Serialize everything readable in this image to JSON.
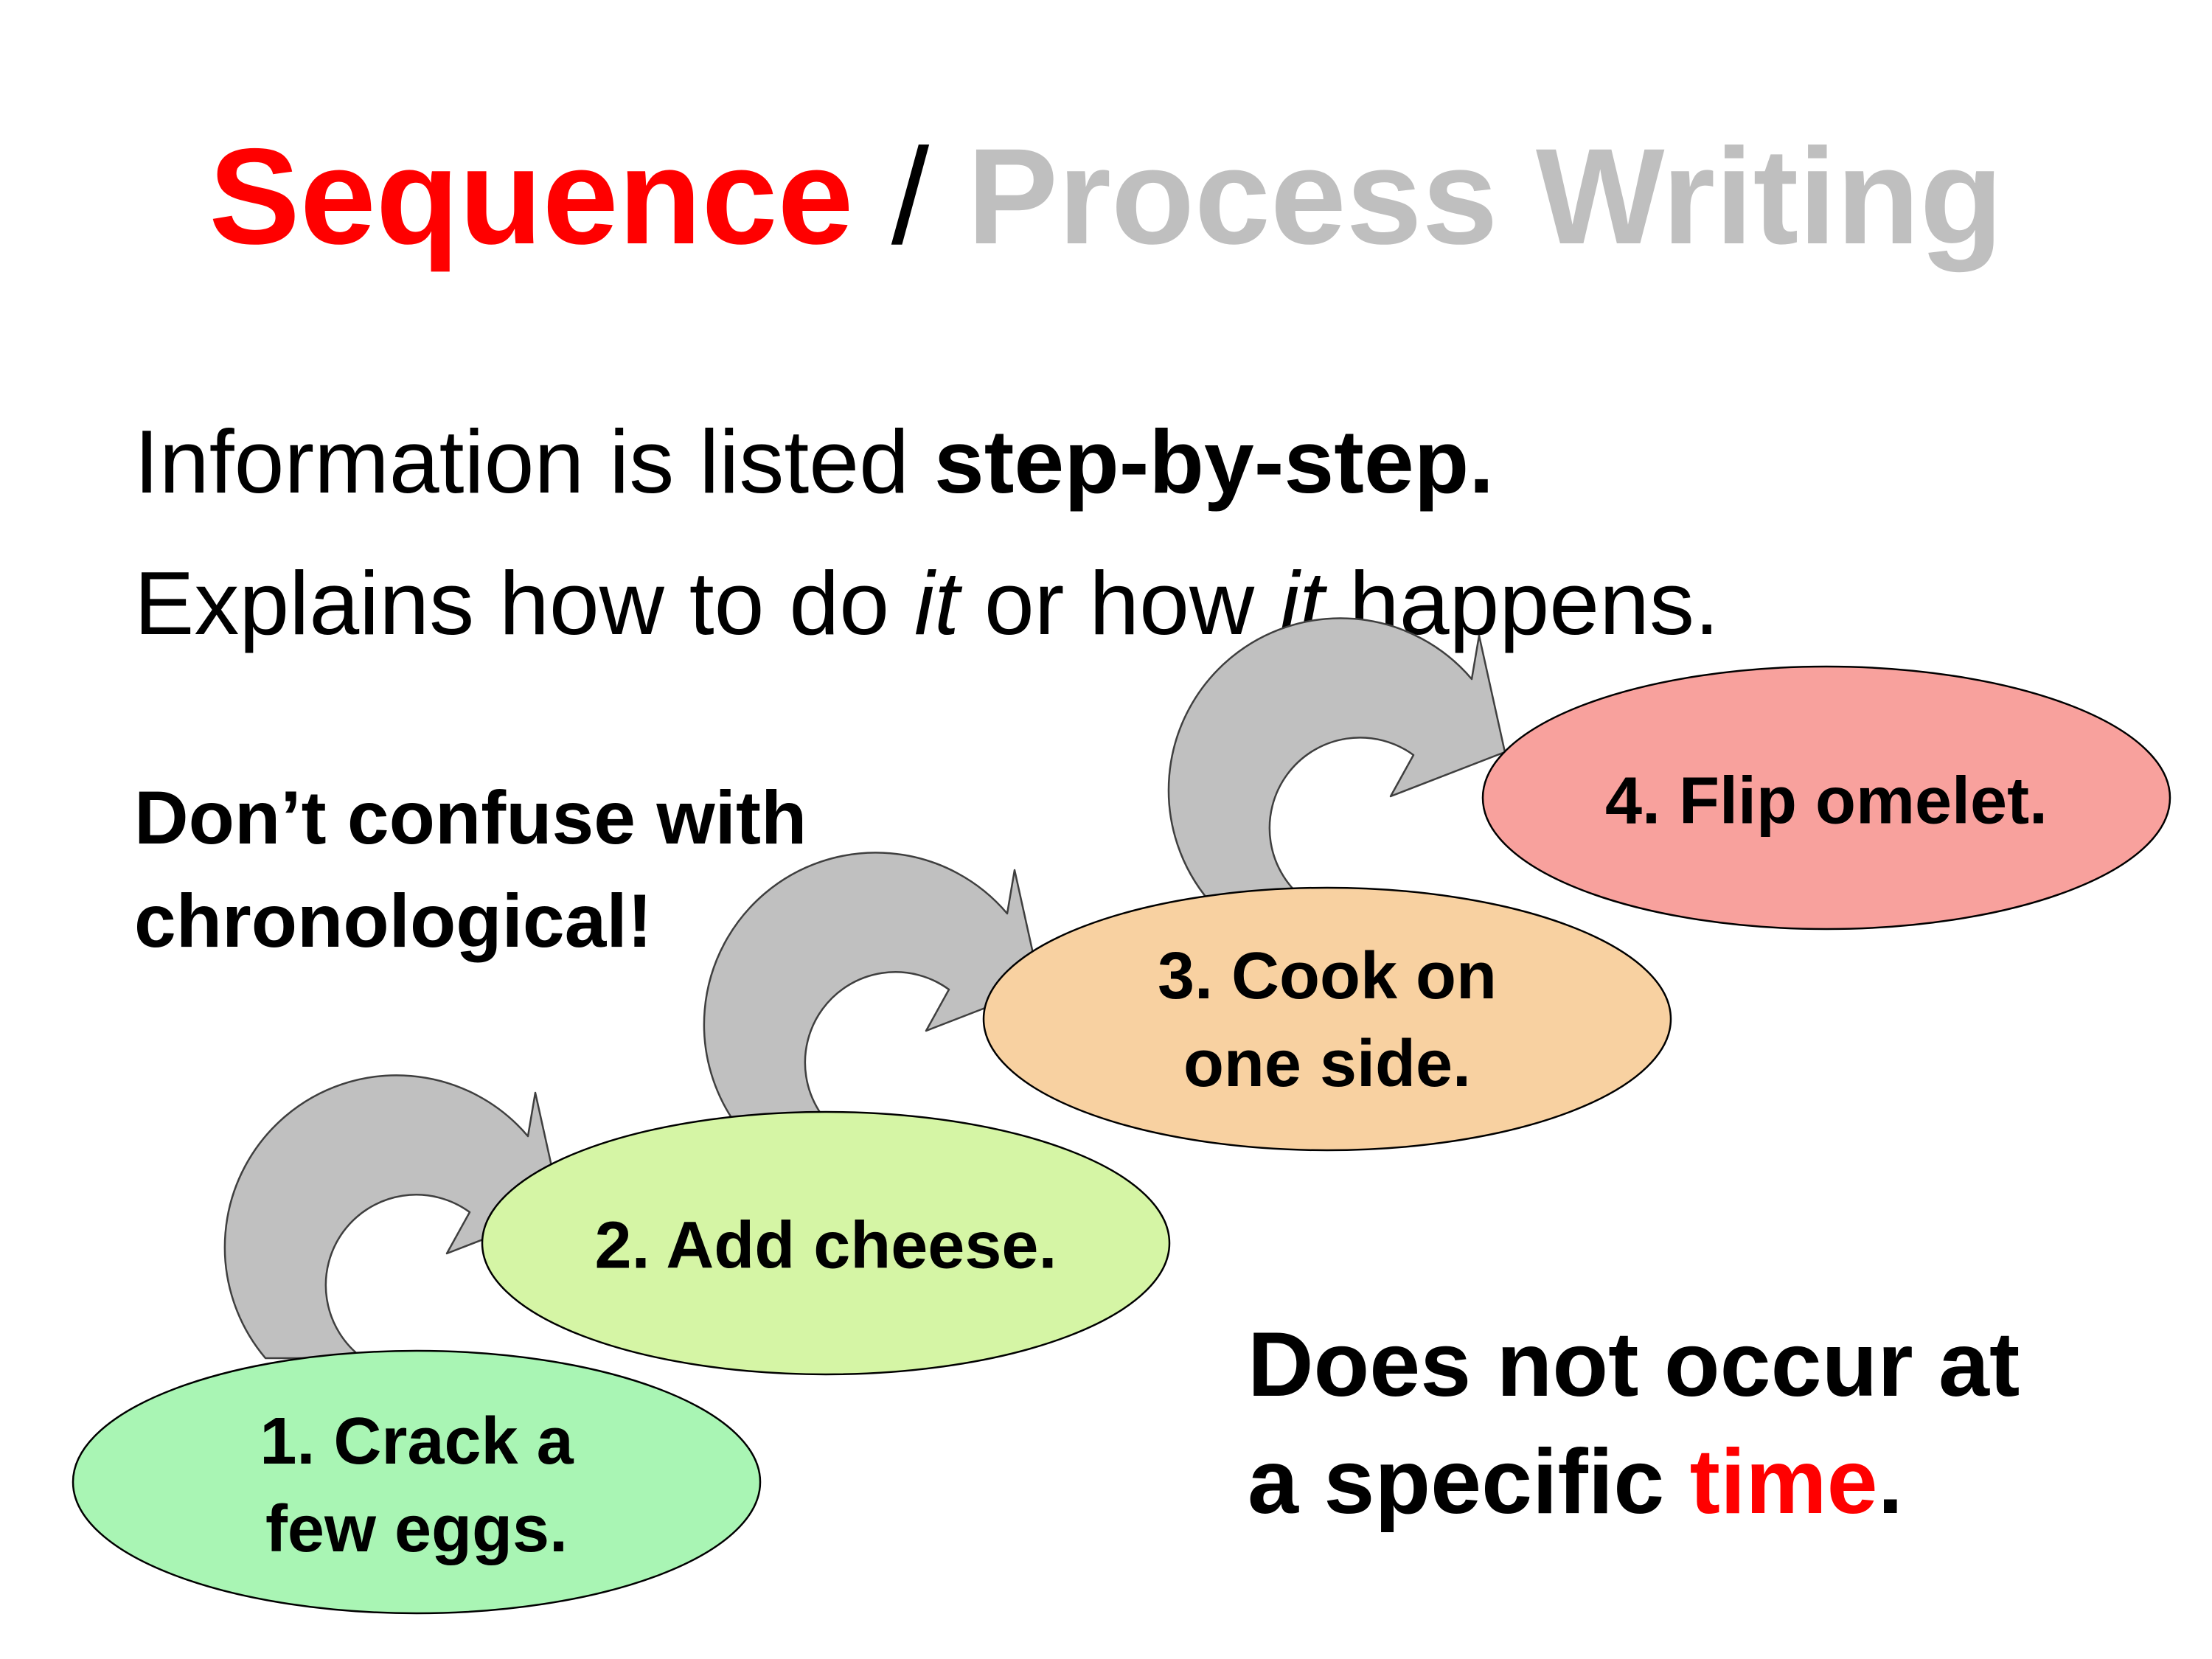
{
  "title": {
    "part1": "Sequence",
    "separator": " / ",
    "part2": "Process Writing",
    "colors": {
      "part1": "#ff0000",
      "separator": "#000000",
      "part2": "#bfbfbf"
    }
  },
  "body": {
    "line1_plain": "Information is listed ",
    "line1_bold": "step-by-step.",
    "line2_a": "Explains how to do ",
    "line2_it1": "it",
    "line2_b": " or how ",
    "line2_it2": "it",
    "line2_c": " happens."
  },
  "note": {
    "line1": "Don’t confuse with",
    "line2": "chronological!"
  },
  "conclusion": {
    "line1": "Does not occur at",
    "line2_prefix": "a specific ",
    "line2_highlight": "time",
    "line2_suffix": ".",
    "highlight_color": "#ff0000"
  },
  "steps": [
    {
      "line1": "1. Crack a",
      "line2": "few eggs.",
      "color": "#a9f5b4"
    },
    {
      "line1": "2. Add cheese.",
      "line2": "",
      "color": "#d5f5a5"
    },
    {
      "line1": "3. Cook on",
      "line2": "one side.",
      "color": "#f8d1a1"
    },
    {
      "line1": "4. Flip omelet.",
      "line2": "",
      "color": "#f8a19d"
    }
  ],
  "arrow_color": "#c0c0c0",
  "arrow_stroke": "#3f3f3f",
  "outline_color": "#000000"
}
